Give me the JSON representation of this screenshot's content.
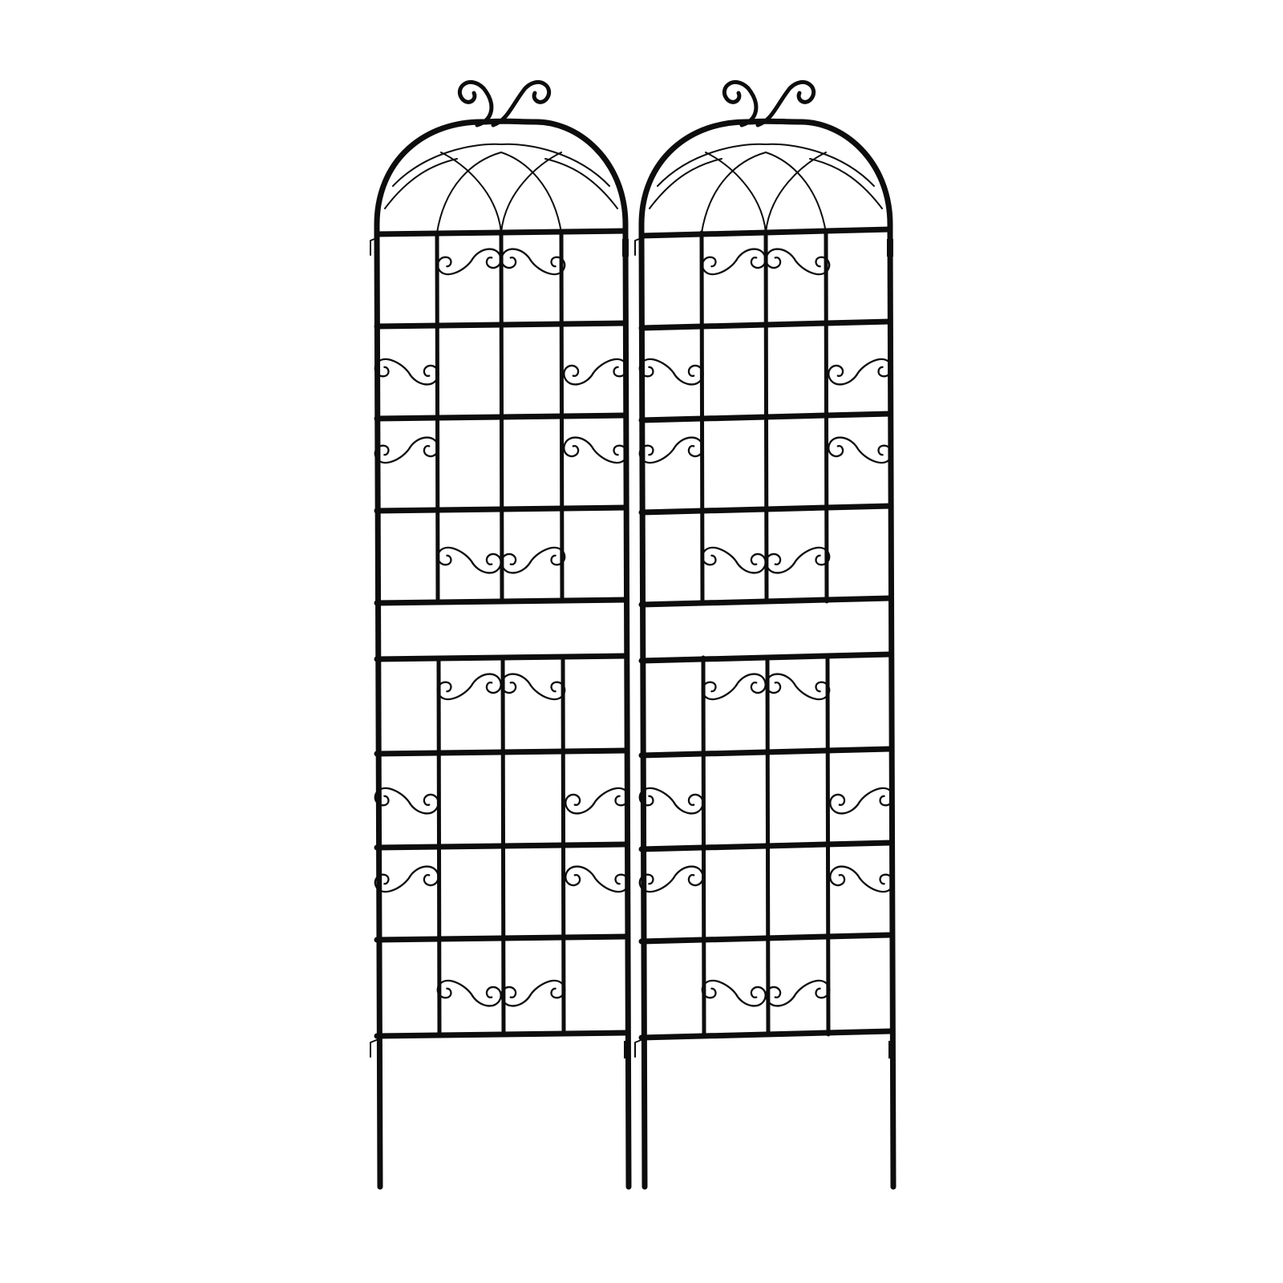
{
  "scene": {
    "subject": "two-arched-metal-garden-trellis-panels",
    "background_color": "#ffffff",
    "metal_color": "#0d0d0d",
    "panel_count": 2,
    "grid_columns_per_section": 4,
    "grid_rows_upper_section": 4,
    "grid_rows_lower_section": 4
  }
}
